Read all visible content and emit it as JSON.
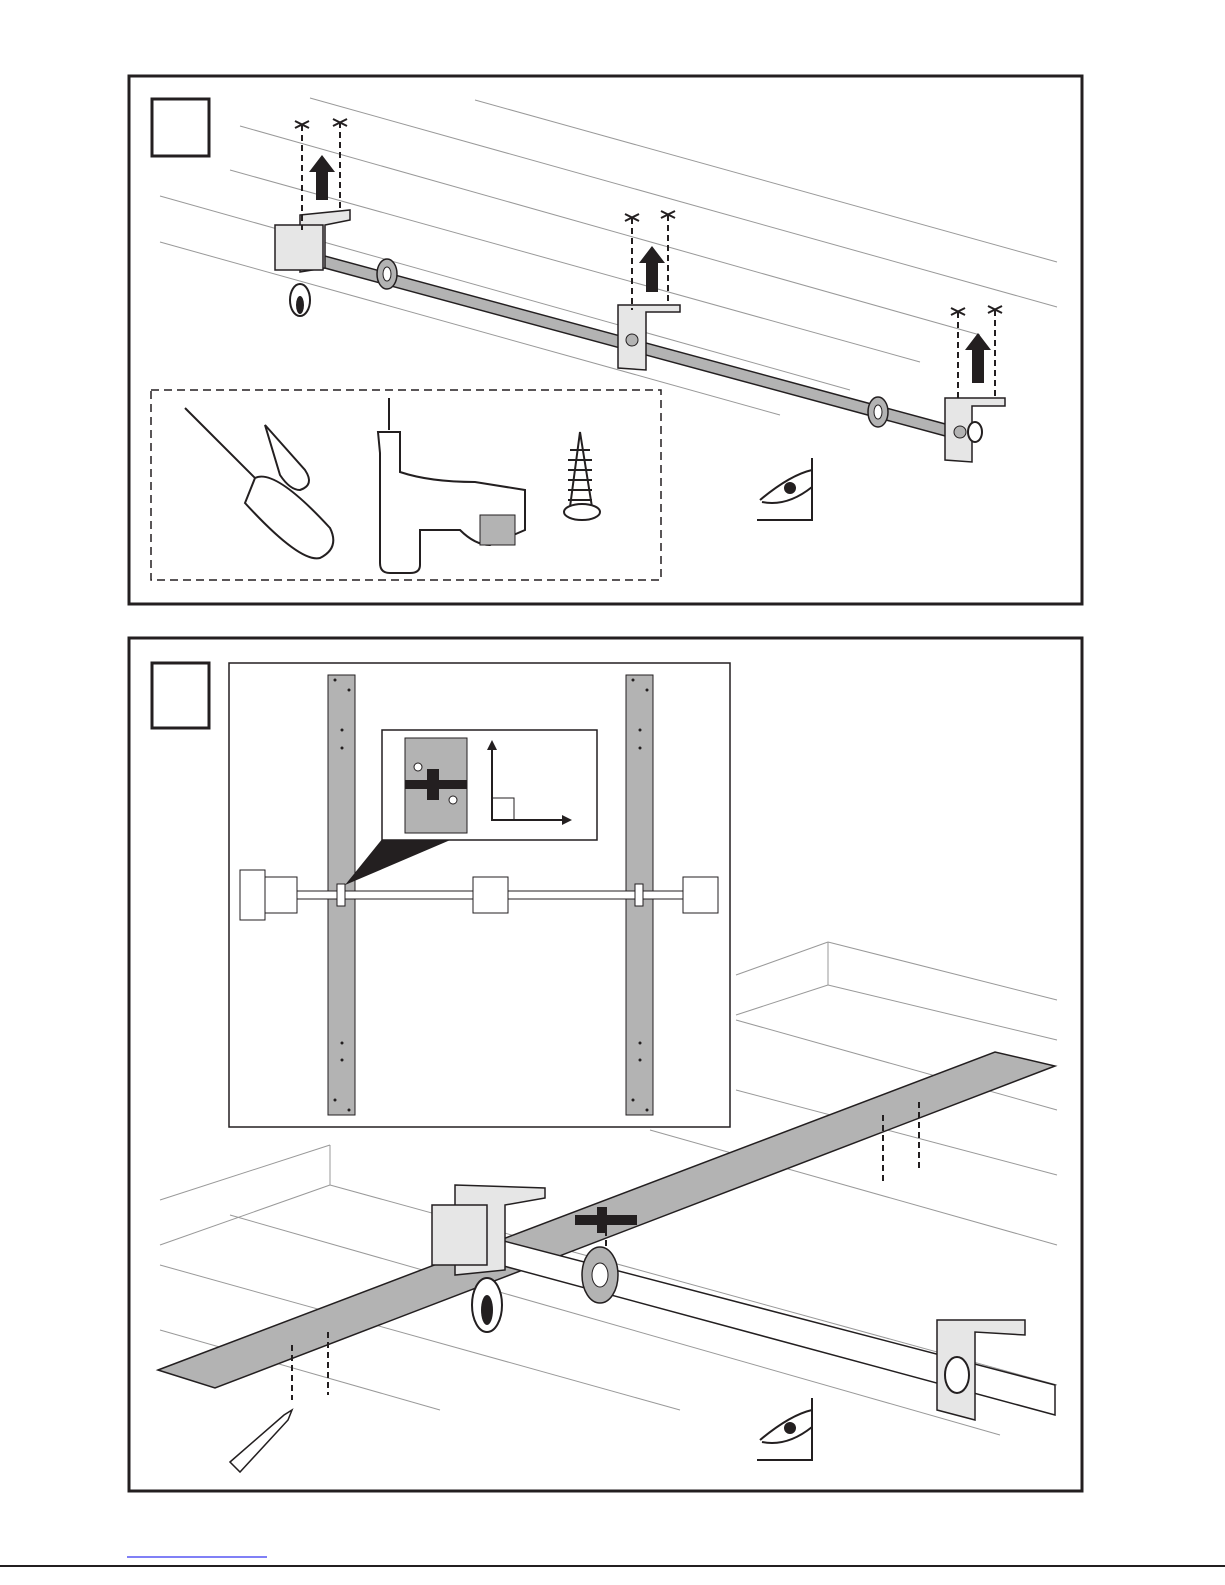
{
  "page": {
    "steps": [
      {
        "step_number": "",
        "description_icons": [
          "mounting-bracket",
          "tube",
          "mark-arrow",
          "screwdriver",
          "drill",
          "screw",
          "eye-view"
        ]
      },
      {
        "step_number": "",
        "description_icons": [
          "template-strip",
          "cross-mark",
          "right-angle",
          "pencil",
          "eye-view"
        ]
      }
    ],
    "colors": {
      "ink": "#231f20",
      "grey_fill": "#b3b3b3",
      "link_underline": "#0000ee"
    }
  }
}
